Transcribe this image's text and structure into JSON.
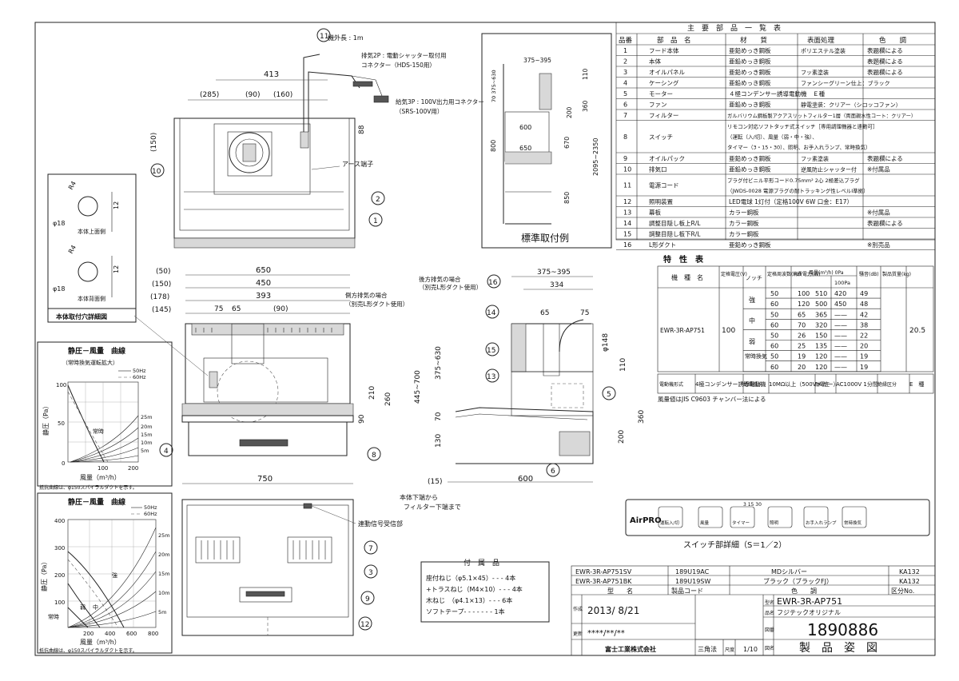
{
  "main_views": {
    "dims_top": [
      "413",
      "(285)",
      "(90)",
      "(160)",
      "(150)",
      "88"
    ],
    "dims_front": [
      "(50)",
      "650",
      "(150)",
      "450",
      "(178)",
      "393",
      "(145)",
      "75",
      "65",
      "(90)",
      "210",
      "260",
      "90",
      "750"
    ],
    "dims_side": [
      "375~395",
      "334",
      "65",
      "75",
      "φ148",
      "110",
      "445~700",
      "375~630",
      "70",
      "130",
      "360",
      "200",
      "(15)",
      "600"
    ],
    "notes": {
      "cord_len": "機外長 : 1m",
      "exhaust_connector": "排気2P : 電動シャッター取付用",
      "exhaust_connector_2": "コネクター（HDS-150用）",
      "supply_connector": "給気3P : 100V出力用コネクター",
      "supply_connector_2": "（SRS-100V用）",
      "earth": "アース端子",
      "side_exhaust": "側方排気の場合",
      "side_exhaust_2": "（別売L形ダクト使用）",
      "side_exhaust_3": "後方排気の場合",
      "side_exhaust_4": "（別売L形ダクト使用）",
      "filter_note": "本体下端から",
      "filter_note_2": "フィルター下端まで",
      "signal": "連動信号受信部"
    }
  },
  "detail": {
    "title": "本体取付穴詳細図",
    "top_label": "本体上面側",
    "bottom_label": "本体背面側",
    "r4": "R4",
    "phi18": "φ18",
    "d12": "12"
  },
  "std_mount": {
    "title": "標準取付例",
    "dims": [
      "375~395",
      "110",
      "70 375~630",
      "200",
      "360",
      "600",
      "800",
      "650",
      "670",
      "2095~2350",
      "850"
    ]
  },
  "parts_table": {
    "title": "主　要　部　品　一　覧　表",
    "headers": [
      "品番",
      "部　品　名",
      "材　　質",
      "表面処理",
      "色　　調"
    ],
    "rows": [
      [
        "1",
        "フード本体",
        "亜鉛めっき鋼板",
        "ポリエステル塗装",
        "表題欄による"
      ],
      [
        "2",
        "本体",
        "亜鉛めっき鋼板",
        "",
        "表題欄による"
      ],
      [
        "3",
        "オイルパネル",
        "亜鉛めっき鋼板",
        "フッ素塗装",
        "表題欄による"
      ],
      [
        "4",
        "ケーシング",
        "亜鉛めっき鋼板",
        "ファンシーグリーン仕上：ブラック",
        ""
      ],
      [
        "5",
        "モーター",
        "４極コンデンサー誘導電動機　Ｅ種",
        "",
        ""
      ],
      [
        "6",
        "ファン",
        "亜鉛めっき鋼板",
        "静電塗装：クリアー（シロッコファン）",
        ""
      ],
      [
        "7",
        "フィルター",
        "ガルバリウム鋼板製アクアスリットフィルター1層（両面親水性コート：クリアー）",
        "",
        ""
      ],
      [
        "8",
        "スイッチ",
        "リモコン対応ソフトタッチ式スイッチ［専用調理機器と連動可］",
        "（運転（入/切）、風量（弱・中・強）、",
        "タイマー（3・15・30）、照明、お手入れランプ、常時換気）"
      ],
      [
        "9",
        "オイルパック",
        "亜鉛めっき鋼板",
        "フッ素塗装",
        "表題欄による"
      ],
      [
        "10",
        "排気口",
        "亜鉛めっき鋼板",
        "逆風防止シャッター付",
        "※付属品"
      ],
      [
        "11",
        "電源コード",
        "プラグ付ビニル平形コード0.75mm² 2心 2極差込プラグ",
        "（JWDS-0028 電源プラグの耐トラッキング性レベルⅠ準拠）",
        ""
      ],
      [
        "12",
        "照明装置",
        "LED電球 1灯付（定格100V 6W 口金：E17）",
        "",
        ""
      ],
      [
        "13",
        "幕板",
        "カラー鋼板",
        "",
        "※付属品"
      ],
      [
        "14",
        "調整目隠し板上R/L",
        "カラー鋼板",
        "",
        "表題欄による"
      ],
      [
        "15",
        "調整目隠し板下R/L",
        "カラー鋼板",
        "",
        ""
      ],
      [
        "16",
        "L形ダクト",
        "亜鉛めっき鋼板",
        "",
        "※別売品"
      ]
    ]
  },
  "char_table": {
    "title": "特　性　表",
    "model": "EWR-3R-AP751",
    "voltage": "100",
    "weight": "20.5",
    "headers": [
      "機　種　名",
      "定格電圧(V)",
      "ノッチ",
      "定格周波数(Hz)",
      "消費電力(W)",
      "風量(m³/h) 0Pa",
      "100Pa",
      "騒音(dB)",
      "製品質量(kg)"
    ],
    "notches": [
      "強",
      "中",
      "弱",
      "常時換気"
    ],
    "rows": [
      [
        "50",
        "100",
        "510",
        "420",
        "49"
      ],
      [
        "60",
        "120",
        "500",
        "450",
        "48"
      ],
      [
        "50",
        "65",
        "365",
        "——",
        "42"
      ],
      [
        "60",
        "70",
        "320",
        "——",
        "38"
      ],
      [
        "50",
        "26",
        "150",
        "——",
        "22"
      ],
      [
        "60",
        "25",
        "135",
        "——",
        "20"
      ],
      [
        "50",
        "19",
        "120",
        "——",
        "19"
      ],
      [
        "60",
        "20",
        "120",
        "——",
        "19"
      ]
    ],
    "bottom": [
      "電動機形式",
      "4極コンデンサー誘導電動機",
      "絶縁抵抗",
      "10MΩ以上（500Vメガー）",
      "耐電圧",
      "AC1000V 1分間",
      "絶縁区分",
      "E　種"
    ],
    "note": "風量値はJIS C9603 チャンバー法による"
  },
  "switch_panel": {
    "brand": "AirPRO",
    "timer_label": "3 15 30",
    "buttons": [
      "運転入/切",
      "風量",
      "タイマー",
      "照明",
      "お手入れランプ",
      "常時換気"
    ],
    "caption": "スイッチ部詳細（S＝1／2）"
  },
  "charts": {
    "chart1": {
      "title": "静圧－風量　曲線",
      "sub": "（常時換気運転拡大）",
      "ylabel": "静圧（Pa）",
      "xlabel": "風量（m³/h）",
      "legend": [
        "50Hz",
        "60Hz"
      ],
      "ticks_y": [
        "100",
        "50",
        "0"
      ],
      "ticks_x": [
        "100",
        "200"
      ],
      "curves": [
        "25m",
        "20m",
        "15m",
        "10m",
        "5m"
      ],
      "label": "常時",
      "note": "抵抗曲線は、φ150スパイラルダクトを示す。"
    },
    "chart2": {
      "title": "静圧－風量　曲線",
      "ylabel": "静圧（Pa）",
      "xlabel": "風量（m³/h）",
      "legend": [
        "50Hz",
        "60Hz"
      ],
      "ticks_y": [
        "400",
        "300",
        "200",
        "100"
      ],
      "ticks_x": [
        "200",
        "400",
        "600",
        "800"
      ],
      "curves": [
        "25m",
        "20m",
        "15m",
        "10m",
        "5m"
      ],
      "labels": [
        "強",
        "中",
        "弱",
        "常時"
      ],
      "note": "抵抗曲線は、φ150スパイラルダクトを示す。"
    }
  },
  "accessories": {
    "title": "付　属　品",
    "items": [
      "座付ねじ（φ5.1×45）- - - 4本",
      "+トラスねじ（M4×10）- - - 4本",
      "木ねじ　（φ4.1×13）- - - 6本",
      "ソフトテープ- - - - - - - 1本"
    ]
  },
  "title_block": {
    "variants": [
      [
        "EWR-3R-AP751SV",
        "189U19AC",
        "MDシルバー",
        "KA132"
      ],
      [
        "EWR-3R-AP751BK",
        "189U19SW",
        "ブラック（ブラックFJ）",
        "KA132"
      ]
    ],
    "col_heads": [
      "型　　名",
      "製品コード",
      "色　　調",
      "区分No."
    ],
    "made": "作成",
    "date": "2013/ 8/21",
    "updated": "更新",
    "upd_date": "****/**/**",
    "model_lbl": "型名",
    "model": "EWR-3R-AP751",
    "name_lbl": "品名",
    "name": "フジテックオリジナル",
    "no_lbl": "図番",
    "no": "1890886",
    "company": "富士工業株式会社",
    "method": "三角法",
    "scale_lbl": "尺度",
    "scale": "1/10",
    "kind_lbl": "図名",
    "kind": "製　品　姿　図"
  },
  "balloons": [
    "1",
    "2",
    "3",
    "4",
    "5",
    "6",
    "7",
    "8",
    "9",
    "10",
    "11",
    "12",
    "13",
    "14",
    "15",
    "16"
  ]
}
